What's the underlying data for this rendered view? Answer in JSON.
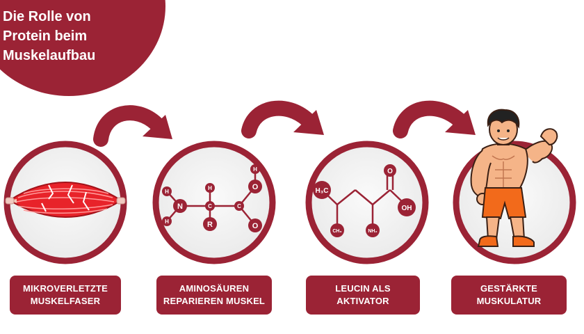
{
  "title": {
    "line1": "Die Rolle von",
    "line2": "Protein beim",
    "line3": "Muskelaufbau"
  },
  "steps": [
    {
      "line1": "MIKROVERLETZTE",
      "line2": "MUSKELFASER",
      "icon": "damaged-muscle-fiber"
    },
    {
      "line1": "AMINOSÄUREN",
      "line2": "REPARIEREN MUSKEL",
      "icon": "amino-acid-structure"
    },
    {
      "line1": "LEUCIN ALS",
      "line2": "AKTIVATOR",
      "icon": "leucine-structure"
    },
    {
      "line1": "GESTÄRKTE",
      "line2": "MUSKULATUR",
      "icon": "muscular-man"
    }
  ],
  "amino_acid": {
    "h_top_left": "H",
    "h_bottom_left": "H",
    "n": "N",
    "h_alpha": "H",
    "c_alpha": "C",
    "r": "R",
    "c_carboxyl": "C",
    "h_oh": "H",
    "o_top": "O",
    "o_bottom": "O"
  },
  "leucine": {
    "h3c": "H₃C",
    "ch3": "CH₃",
    "nh2": "NH₂",
    "o": "O",
    "oh": "OH"
  },
  "colors": {
    "accent": "#9b2335",
    "circle_fill": "#f2f2f2",
    "muscle_red": "#e8232a",
    "skin": "#f5b488",
    "shorts": "#f26a1b"
  }
}
